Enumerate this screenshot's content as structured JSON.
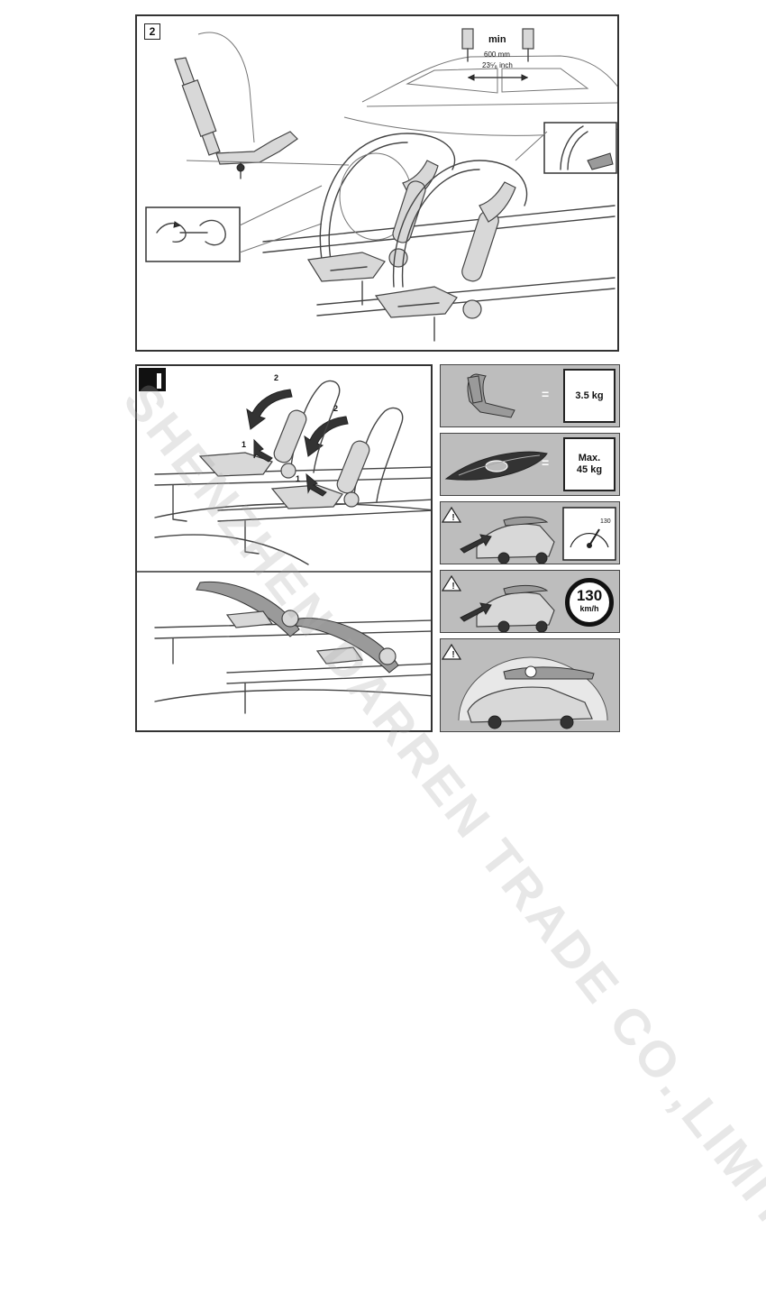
{
  "step_panel": {
    "step_number": "2"
  },
  "spacing_label": {
    "title": "min",
    "metric": "600 mm",
    "imperial": "23⁵⁄₈ inch"
  },
  "rotation_steps": {
    "rotate_label_a": "2",
    "lift_label_a": "1",
    "rotate_label_b": "2",
    "lift_label_b": "1"
  },
  "specs": {
    "rack_weight": {
      "equals": "=",
      "value": "3.5 kg"
    },
    "max_load": {
      "equals": "=",
      "value_line1": "Max.",
      "value_line2": "45 kg"
    },
    "speed_gauge": {
      "tick_label": "130"
    },
    "speed_limit": {
      "value": "130",
      "unit": "km/h"
    }
  },
  "watermark": {
    "text": "SHENZHEN DARREN TRADE CO.,LIMITED"
  },
  "colors": {
    "panel_gray": "#bdbdbd",
    "line": "#444444"
  }
}
